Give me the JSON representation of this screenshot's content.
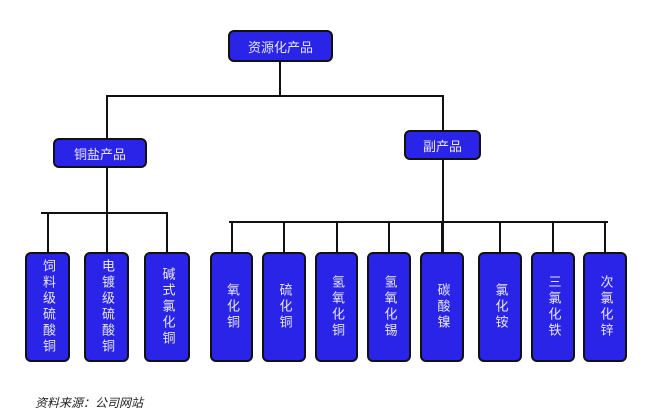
{
  "root": "资源化产品",
  "branches": [
    {
      "label": "铜盐产品",
      "children": [
        "饲料级硫酸铜",
        "电镀级硫酸铜",
        "碱式氯化铜"
      ]
    },
    {
      "label": "副产品",
      "children": [
        "氧化铜",
        "硫化铜",
        "氢氧化铜",
        "氢氧化锡",
        "碳酸镍",
        "氯化铵",
        "三氯化铁",
        "次氯化锌"
      ]
    }
  ],
  "source": "资料来源：公司网站",
  "colors": {
    "box": "#2a24e8",
    "line": "#111111",
    "text": "#e6e6f5"
  }
}
